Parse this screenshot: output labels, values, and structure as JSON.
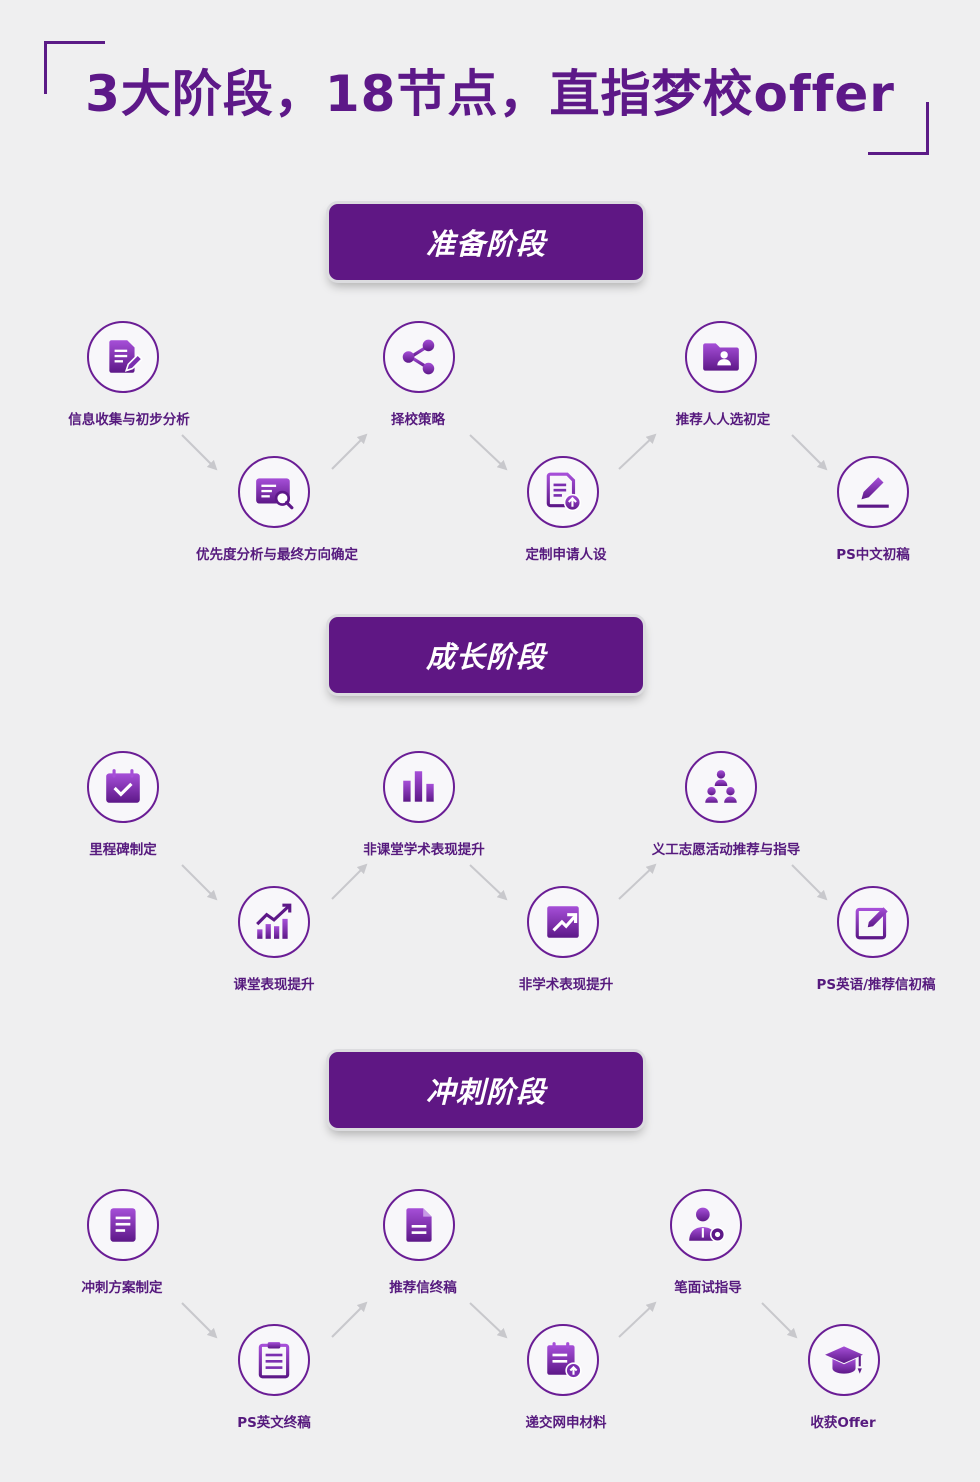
{
  "title": "3大阶段，18节点，直指梦校offer",
  "colors": {
    "primary": "#5f1784",
    "accent": "#a64fd8",
    "arrow": "#c8c8cc",
    "background": "#efeff0"
  },
  "stages": [
    {
      "name": "准备阶段",
      "nodes": [
        {
          "label": "信息收集与初步分析",
          "icon": "document-edit-icon"
        },
        {
          "label": "优先度分析与最终方向确定",
          "icon": "search-card-icon"
        },
        {
          "label": "择校策略",
          "icon": "share-icon"
        },
        {
          "label": "定制申请人设",
          "icon": "document-upload-icon"
        },
        {
          "label": "推荐人人选初定",
          "icon": "folder-user-icon"
        },
        {
          "label": "PS中文初稿",
          "icon": "pen-icon"
        }
      ]
    },
    {
      "name": "成长阶段",
      "nodes": [
        {
          "label": "里程碑制定",
          "icon": "calendar-check-icon"
        },
        {
          "label": "课堂表现提升",
          "icon": "growth-chart-icon"
        },
        {
          "label": "非课堂学术表现提升",
          "icon": "bar-chart-icon"
        },
        {
          "label": "非学术表现提升",
          "icon": "trend-box-icon"
        },
        {
          "label": "义工志愿活动推荐与指导",
          "icon": "team-icon"
        },
        {
          "label": "PS英语/推荐信初稿",
          "icon": "edit-box-icon"
        }
      ]
    },
    {
      "name": "冲刺阶段",
      "nodes": [
        {
          "label": "冲刺方案制定",
          "icon": "list-doc-icon"
        },
        {
          "label": "PS英文终稿",
          "icon": "clipboard-icon"
        },
        {
          "label": "推荐信终稿",
          "icon": "file-icon"
        },
        {
          "label": "递交网申材料",
          "icon": "calendar-upload-icon"
        },
        {
          "label": "笔面试指导",
          "icon": "user-gear-icon"
        },
        {
          "label": "收获Offer",
          "icon": "graduation-cap-icon"
        }
      ]
    }
  ]
}
